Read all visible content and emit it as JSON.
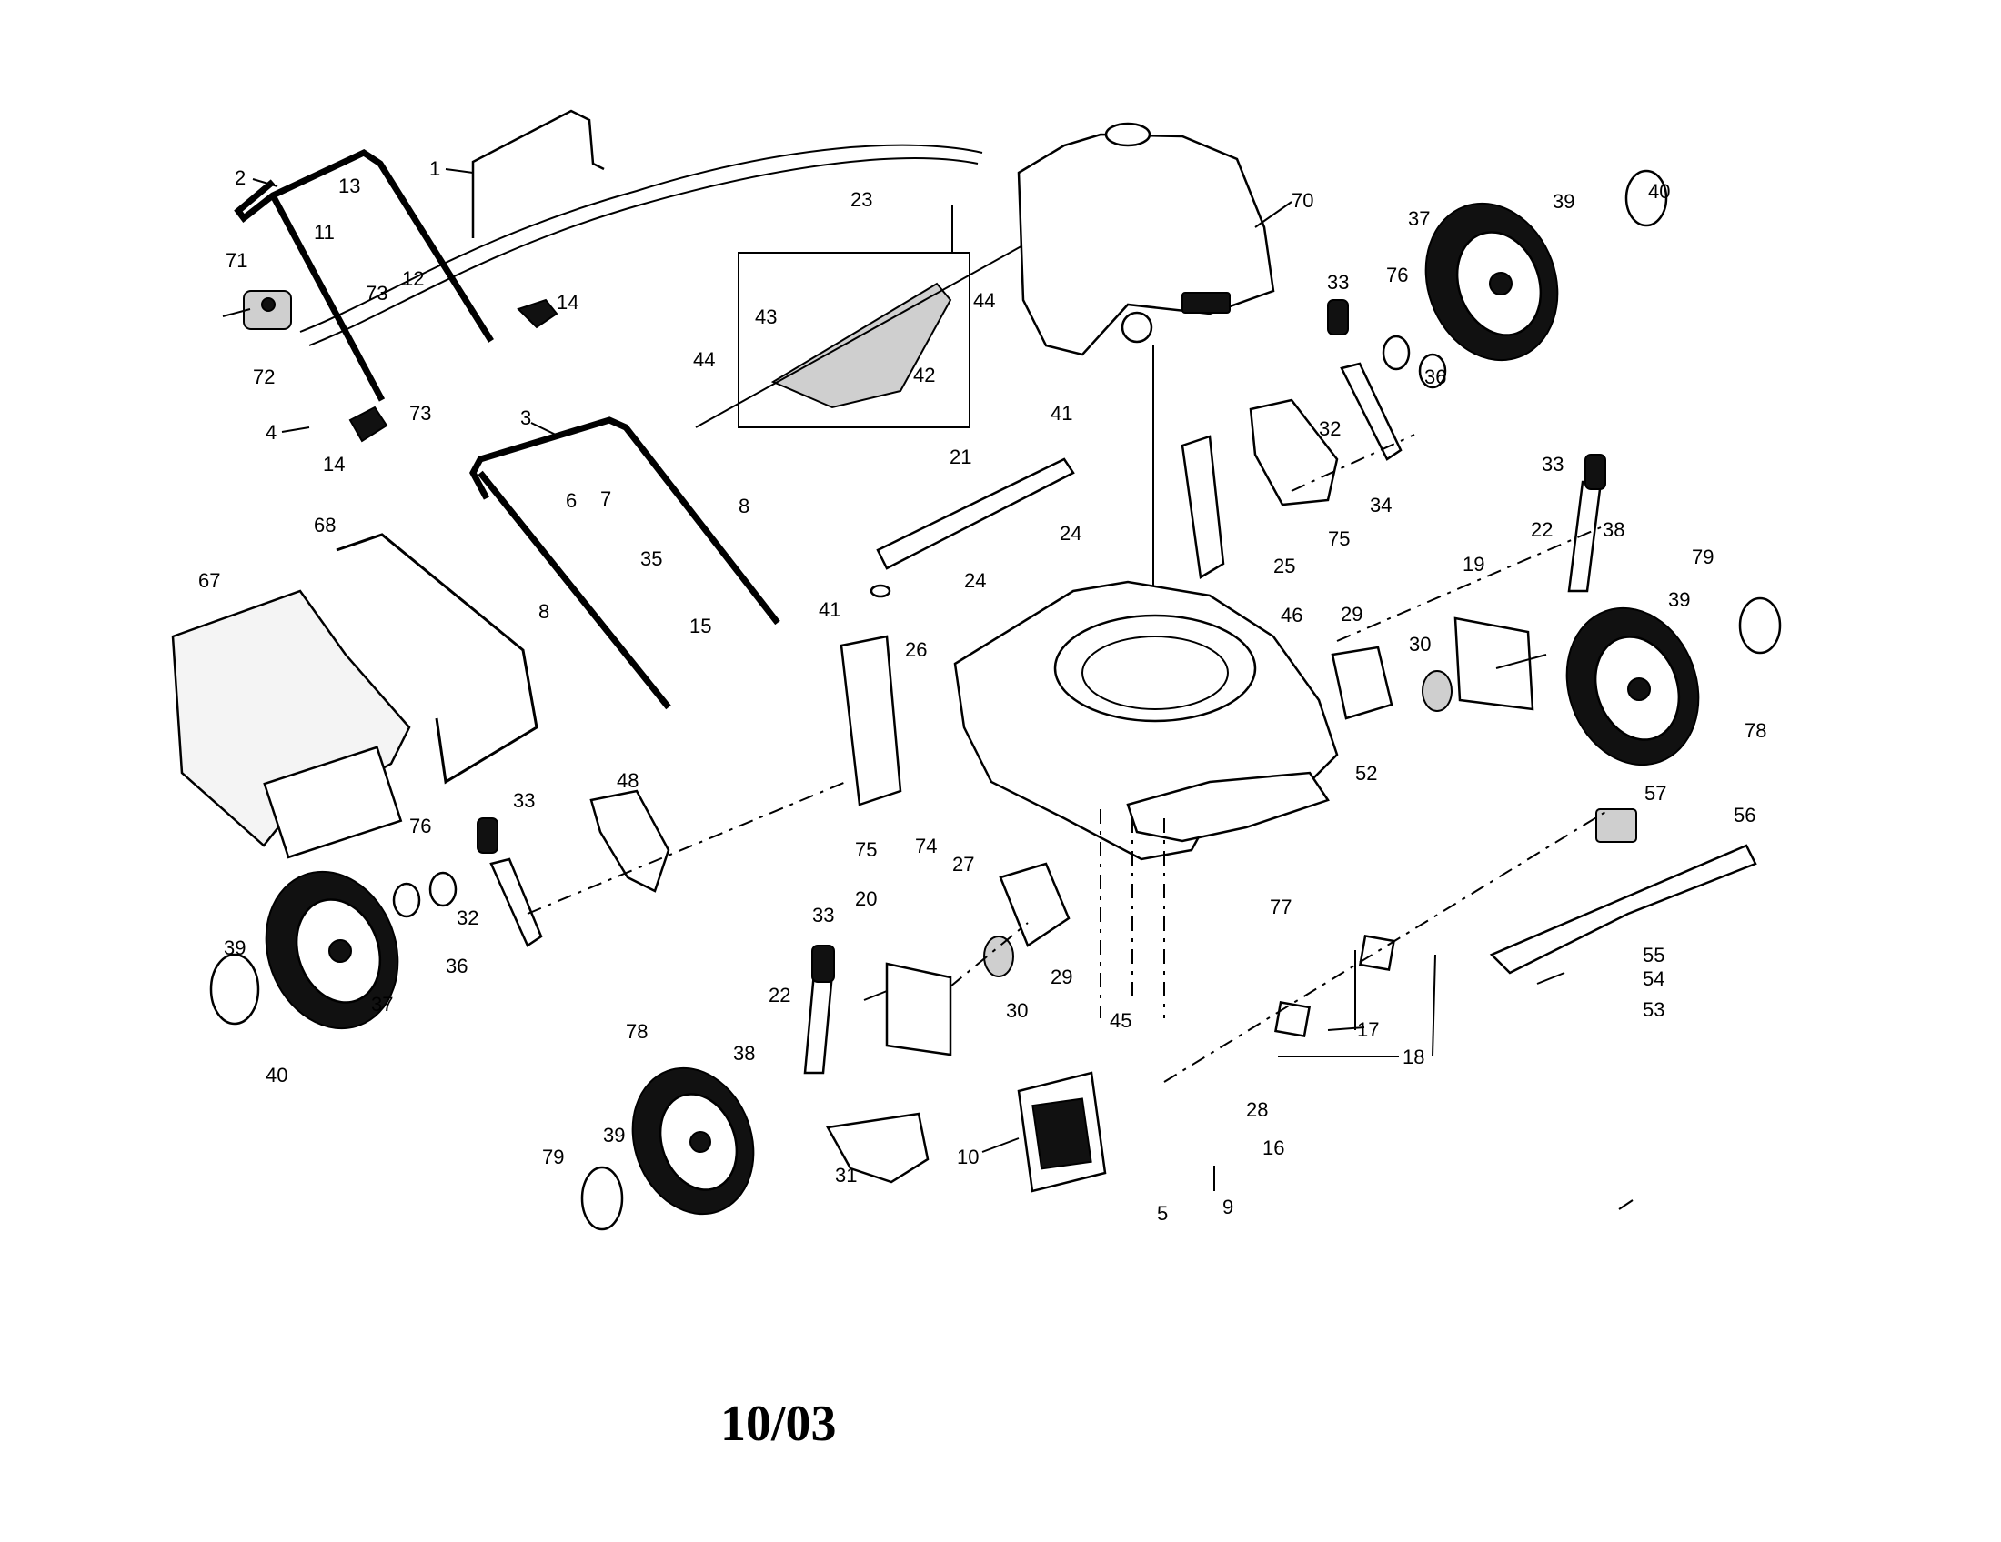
{
  "diagram": {
    "date_code": "10/03",
    "labels": [
      {
        "id": "1",
        "text": "1"
      },
      {
        "id": "2",
        "text": "2"
      },
      {
        "id": "3",
        "text": "3"
      },
      {
        "id": "4",
        "text": "4"
      },
      {
        "id": "5",
        "text": "5"
      },
      {
        "id": "6",
        "text": "6"
      },
      {
        "id": "7",
        "text": "7"
      },
      {
        "id": "8a",
        "text": "8"
      },
      {
        "id": "8b",
        "text": "8"
      },
      {
        "id": "9",
        "text": "9"
      },
      {
        "id": "10",
        "text": "10"
      },
      {
        "id": "11",
        "text": "11"
      },
      {
        "id": "12",
        "text": "12"
      },
      {
        "id": "13",
        "text": "13"
      },
      {
        "id": "14a",
        "text": "14"
      },
      {
        "id": "14b",
        "text": "14"
      },
      {
        "id": "15",
        "text": "15"
      },
      {
        "id": "16",
        "text": "16"
      },
      {
        "id": "17",
        "text": "17"
      },
      {
        "id": "18",
        "text": "18"
      },
      {
        "id": "19",
        "text": "19"
      },
      {
        "id": "20",
        "text": "20"
      },
      {
        "id": "21",
        "text": "21"
      },
      {
        "id": "22a",
        "text": "22"
      },
      {
        "id": "22b",
        "text": "22"
      },
      {
        "id": "23",
        "text": "23"
      },
      {
        "id": "24a",
        "text": "24"
      },
      {
        "id": "24b",
        "text": "24"
      },
      {
        "id": "25",
        "text": "25"
      },
      {
        "id": "26",
        "text": "26"
      },
      {
        "id": "27",
        "text": "27"
      },
      {
        "id": "28",
        "text": "28"
      },
      {
        "id": "29a",
        "text": "29"
      },
      {
        "id": "29b",
        "text": "29"
      },
      {
        "id": "30a",
        "text": "30"
      },
      {
        "id": "30b",
        "text": "30"
      },
      {
        "id": "31",
        "text": "31"
      },
      {
        "id": "32a",
        "text": "32"
      },
      {
        "id": "32b",
        "text": "32"
      },
      {
        "id": "33a",
        "text": "33"
      },
      {
        "id": "33b",
        "text": "33"
      },
      {
        "id": "33c",
        "text": "33"
      },
      {
        "id": "33d",
        "text": "33"
      },
      {
        "id": "34",
        "text": "34"
      },
      {
        "id": "35",
        "text": "35"
      },
      {
        "id": "36a",
        "text": "36"
      },
      {
        "id": "36b",
        "text": "36"
      },
      {
        "id": "37a",
        "text": "37"
      },
      {
        "id": "37b",
        "text": "37"
      },
      {
        "id": "38a",
        "text": "38"
      },
      {
        "id": "38b",
        "text": "38"
      },
      {
        "id": "39a",
        "text": "39"
      },
      {
        "id": "39b",
        "text": "39"
      },
      {
        "id": "39c",
        "text": "39"
      },
      {
        "id": "39d",
        "text": "39"
      },
      {
        "id": "40a",
        "text": "40"
      },
      {
        "id": "40b",
        "text": "40"
      },
      {
        "id": "41a",
        "text": "41"
      },
      {
        "id": "41b",
        "text": "41"
      },
      {
        "id": "42",
        "text": "42"
      },
      {
        "id": "43",
        "text": "43"
      },
      {
        "id": "44a",
        "text": "44"
      },
      {
        "id": "44b",
        "text": "44"
      },
      {
        "id": "45",
        "text": "45"
      },
      {
        "id": "46",
        "text": "46"
      },
      {
        "id": "48",
        "text": "48"
      },
      {
        "id": "52",
        "text": "52"
      },
      {
        "id": "53",
        "text": "53"
      },
      {
        "id": "54",
        "text": "54"
      },
      {
        "id": "55",
        "text": "55"
      },
      {
        "id": "56",
        "text": "56"
      },
      {
        "id": "57",
        "text": "57"
      },
      {
        "id": "67",
        "text": "67"
      },
      {
        "id": "68",
        "text": "68"
      },
      {
        "id": "70",
        "text": "70"
      },
      {
        "id": "71",
        "text": "71"
      },
      {
        "id": "72",
        "text": "72"
      },
      {
        "id": "73a",
        "text": "73"
      },
      {
        "id": "73b",
        "text": "73"
      },
      {
        "id": "74",
        "text": "74"
      },
      {
        "id": "75a",
        "text": "75"
      },
      {
        "id": "75b",
        "text": "75"
      },
      {
        "id": "76a",
        "text": "76"
      },
      {
        "id": "76b",
        "text": "76"
      },
      {
        "id": "77",
        "text": "77"
      },
      {
        "id": "78a",
        "text": "78"
      },
      {
        "id": "78b",
        "text": "78"
      },
      {
        "id": "79a",
        "text": "79"
      },
      {
        "id": "79b",
        "text": "79"
      }
    ]
  }
}
